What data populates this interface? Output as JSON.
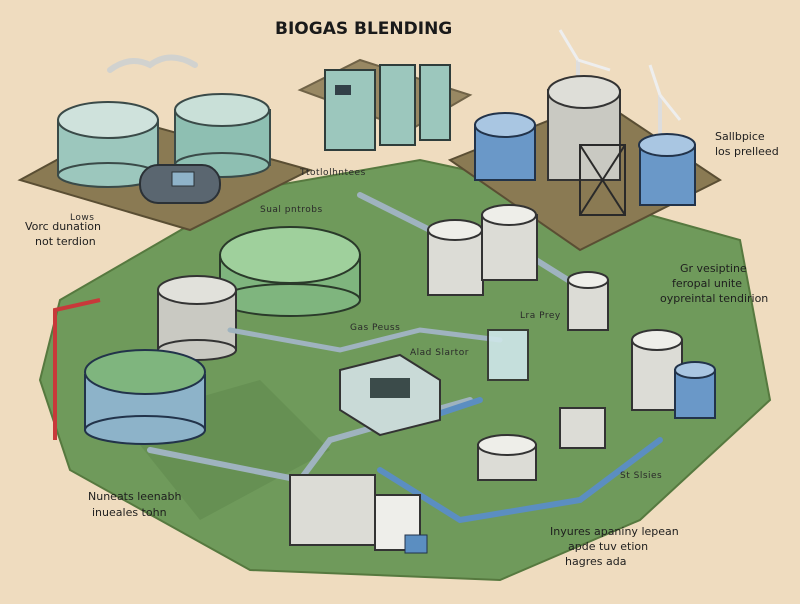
{
  "title": "BIOGAS BLENDING",
  "annotations": {
    "top_right": [
      "Sallbpice",
      "los prelleed"
    ],
    "left_mid": [
      "Vorc dunation",
      "not terdion"
    ],
    "right_mid": [
      "Gr vesiptine",
      "feropal unite",
      "oypreintal tendirion"
    ],
    "bottom_left": [
      "Nuneats leenabh",
      "inueales tohn"
    ],
    "bottom_right": [
      "Inyures apaniny lepean",
      "apde tuv etion",
      "hagres ada"
    ]
  },
  "pad_labels": {
    "top_left_pad": "Lows",
    "top_center_pad": "Ttotlolhntees",
    "center_label": "Sual pntrobs",
    "mid_label": "Gas Peuss",
    "mid_label_2": "Alad Slartor",
    "right_label": "Lra Prey",
    "lower_right_label": "St Slsies"
  },
  "colors": {
    "background": "#efdcbf",
    "grass": "#6f9a5b",
    "grass_dark": "#5c8549",
    "pipe": "#9fb3bf",
    "pipe_blue": "#5b8ec1",
    "tank_green": "#7fb57e",
    "tank_teal": "#9cc7bd",
    "tank_grey": "#c9c9c2",
    "tank_blue": "#6a98c8",
    "red_pipe": "#c8393a"
  }
}
